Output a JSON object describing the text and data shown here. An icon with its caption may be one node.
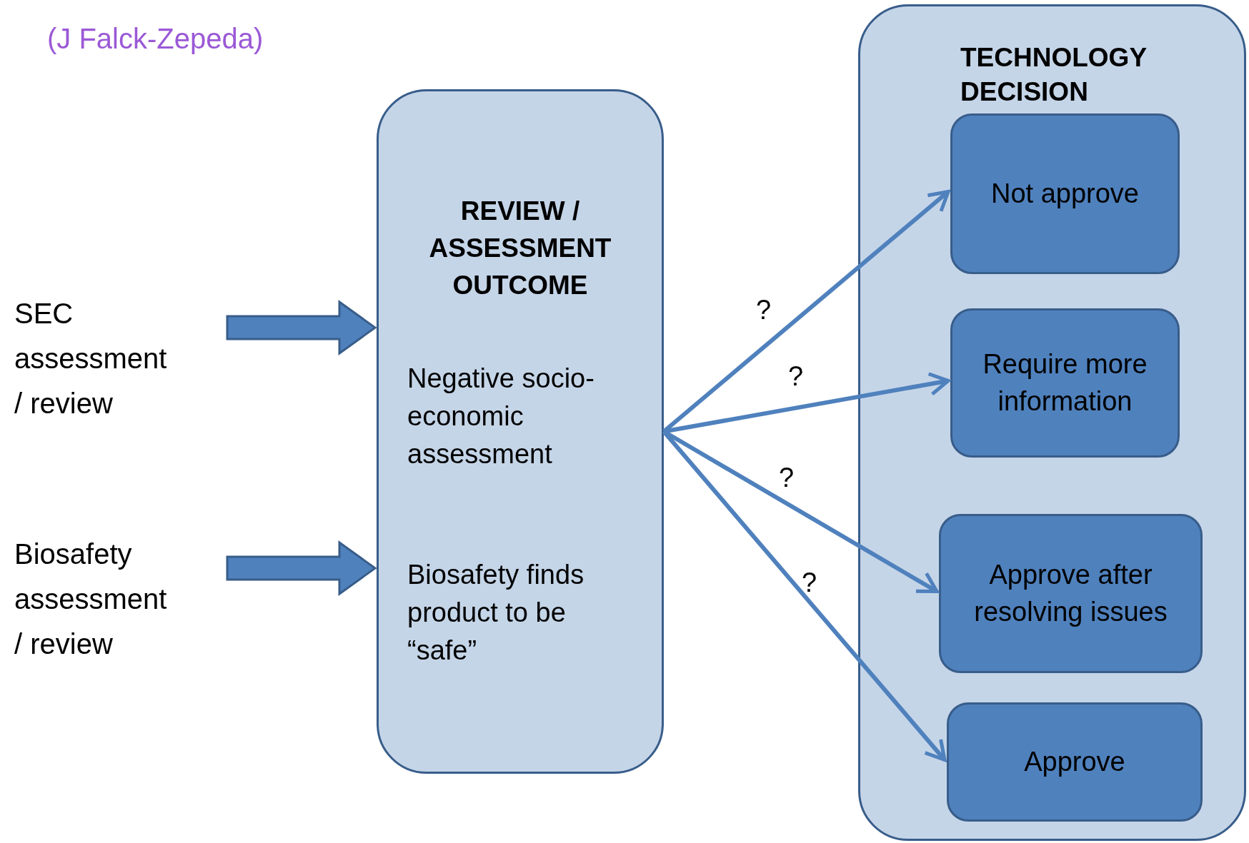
{
  "diagram": {
    "nodes": [
      {
        "text": [
          "SEC assessment / review"
        ]
      },
      {
        "text": [
          "Biosafety assessment / review"
        ]
      },
      {
        "text": [
          "REVIEW / ASSESSMENT OUTCOME",
          "Negative socio-economic assessment",
          "Biosafety finds product to be “safe”"
        ]
      },
      {
        "text": [
          "TECHNOLOGY DECISION"
        ]
      },
      {
        "text": [
          "Not approve"
        ],
        "in": 3
      },
      {
        "text": [
          "Require more information"
        ],
        "in": 3
      },
      {
        "text": [
          "Approve after resolving issues"
        ],
        "in": 3
      },
      {
        "text": [
          "Approve"
        ],
        "in": 3
      }
    ],
    "edges": [
      {
        "from": 0,
        "to": 2,
        "arrow": "to",
        "style": "thick"
      },
      {
        "from": 1,
        "to": 2,
        "arrow": "to",
        "style": "thick"
      },
      {
        "from": 2,
        "to": 4,
        "arrow": "to",
        "label": "?"
      },
      {
        "from": 2,
        "to": 5,
        "arrow": "to",
        "label": "?"
      },
      {
        "from": 2,
        "to": 6,
        "arrow": "to",
        "label": "?"
      },
      {
        "from": 2,
        "to": 7,
        "arrow": "to",
        "label": "?"
      }
    ],
    "labels": [
      "(J Falck-Zepeda)"
    ]
  }
}
